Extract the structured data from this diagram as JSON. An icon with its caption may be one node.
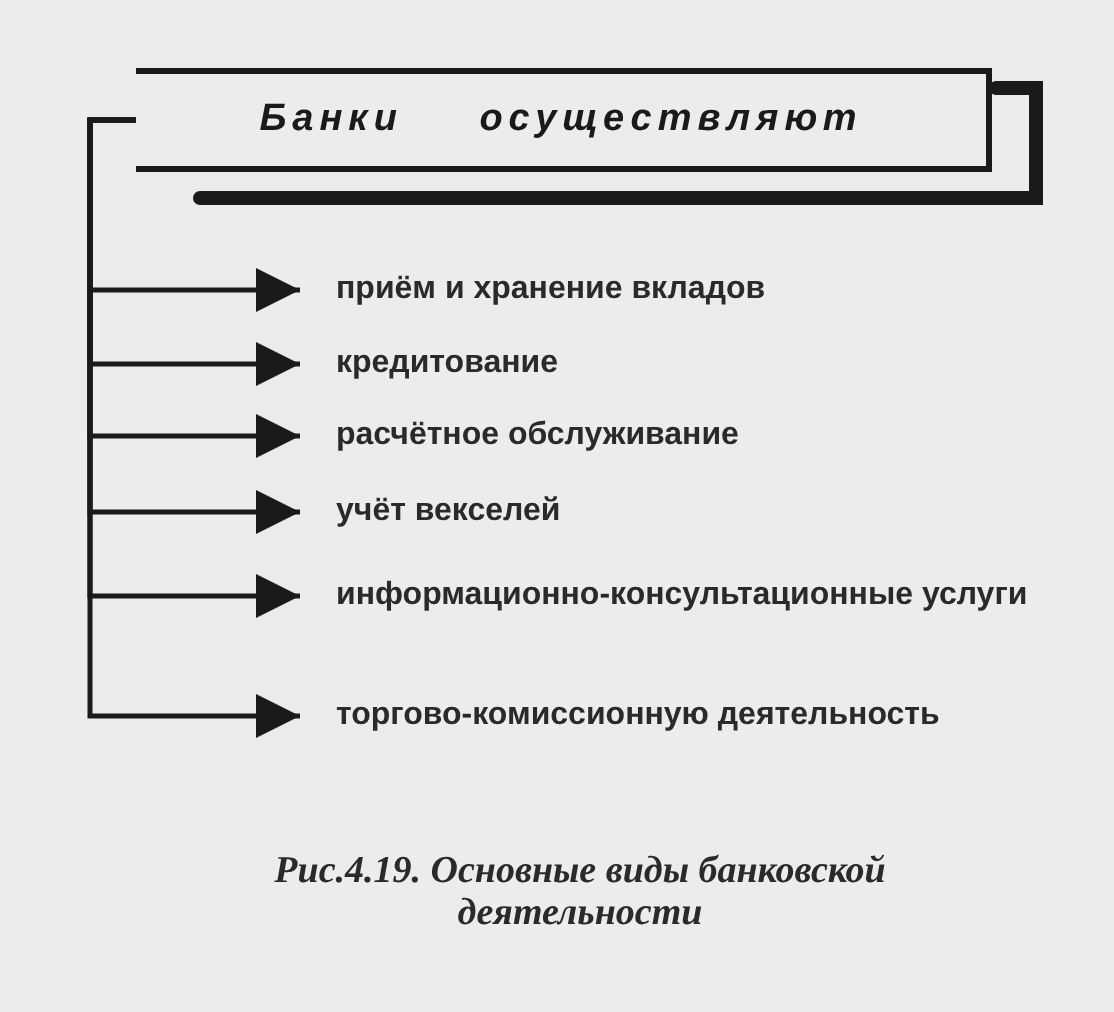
{
  "diagram": {
    "caption": "Рис.4.19. Основные виды банковской деятельности",
    "nodes": [
      {
        "text": [
          "Банки осуществляют"
        ]
      },
      {
        "text": [
          "приём и хранение вкладов"
        ]
      },
      {
        "text": [
          "кредитование"
        ]
      },
      {
        "text": [
          "расчётное обслуживание"
        ]
      },
      {
        "text": [
          "учёт векселей"
        ]
      },
      {
        "text": [
          "информационно-консультационные услуги"
        ]
      },
      {
        "text": [
          "торгово-комиссионную деятельность"
        ]
      }
    ],
    "edges": [
      {
        "from": 0,
        "to": 1,
        "arrow": "to"
      },
      {
        "from": 0,
        "to": 2,
        "arrow": "to"
      },
      {
        "from": 0,
        "to": 3,
        "arrow": "to"
      },
      {
        "from": 0,
        "to": 4,
        "arrow": "to"
      },
      {
        "from": 0,
        "to": 5,
        "arrow": "to"
      },
      {
        "from": 0,
        "to": 6,
        "arrow": "to"
      }
    ]
  }
}
